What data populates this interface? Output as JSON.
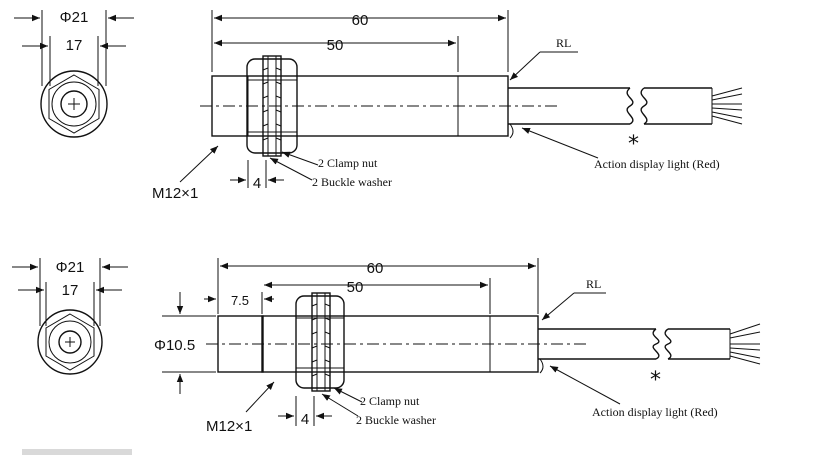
{
  "top_diagram": {
    "diameter_label": "Φ21",
    "across_flats_label": "17",
    "length_total": "60",
    "length_thread": "50",
    "cable_label": "RL",
    "nut_label": "2 Clamp nut",
    "washer_label": "2 Buckle washer",
    "thread_label": "M12×1",
    "nut_thickness": "4",
    "light_label": "Action display light (Red)",
    "star": "*"
  },
  "bottom_diagram": {
    "diameter_label": "Φ21",
    "across_flats_label": "17",
    "length_total": "60",
    "length_thread": "50",
    "offset_label": "7.5",
    "body_diameter_label": "Φ10.5",
    "cable_label": "RL",
    "nut_label": "2 Clamp nut",
    "washer_label": "2 Buckle washer",
    "thread_label": "M12×1",
    "nut_thickness": "4",
    "light_label": "Action display light (Red)",
    "star": "*"
  }
}
